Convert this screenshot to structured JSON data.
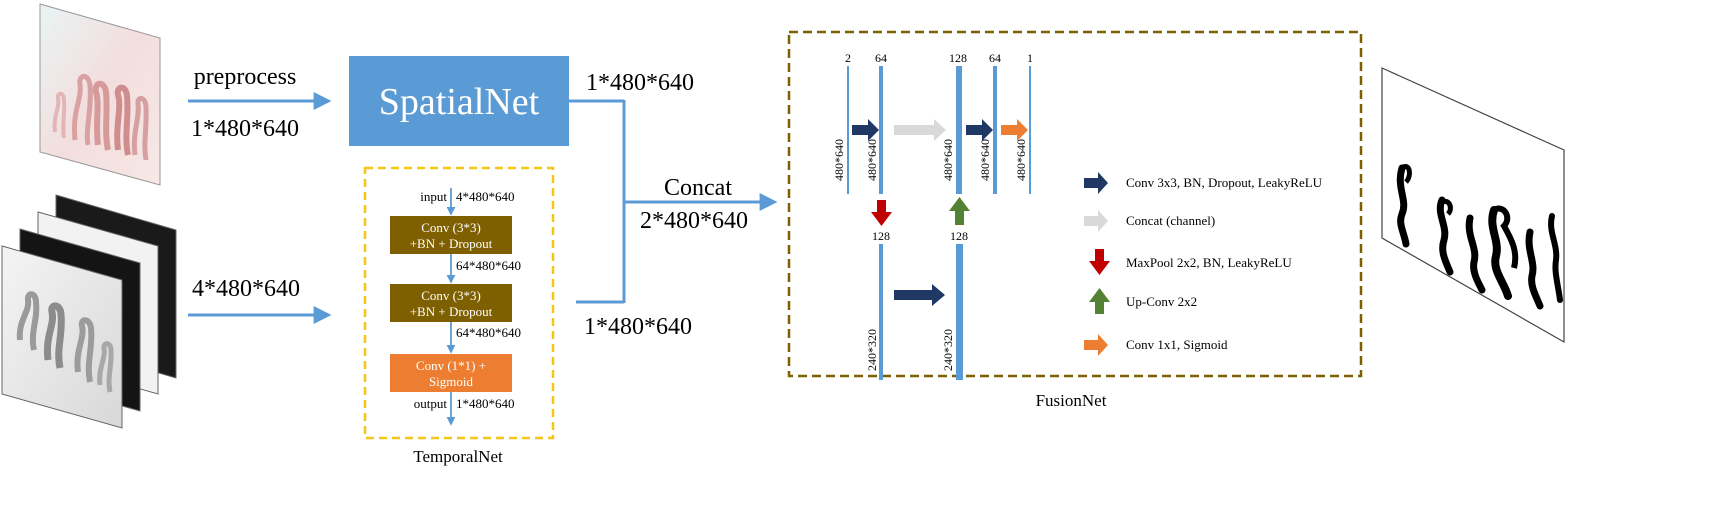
{
  "colors": {
    "flow_arrow": "#5b9bd5",
    "spatialnet_fill": "#5b9bd5",
    "temporal_border": "#f5c518",
    "conv_block": "#7f6000",
    "sigmoid_block": "#ed7d31",
    "fusion_border": "#7f6000",
    "arrow_conv": "#1f3864",
    "arrow_concat": "#d9d9d9",
    "arrow_maxpool": "#c00000",
    "arrow_upconv": "#548235",
    "arrow_sigmoid": "#ed7d31"
  },
  "left_flow": {
    "preprocess_label": "preprocess",
    "rgb_input_dims": "1*480*640",
    "stack_input_dims": "4*480*640"
  },
  "spatialnet": {
    "label": "SpatialNet",
    "output_dims": "1*480*640"
  },
  "temporalnet": {
    "title": "TemporalNet",
    "output_dims": "1*480*640",
    "input_label": "input",
    "input_dims": "4*480*640",
    "block1_line1": "Conv (3*3)",
    "block1_line2": "+BN + Dropout",
    "mid1_dims": "64*480*640",
    "block2_line1": "Conv (3*3)",
    "block2_line2": "+BN + Dropout",
    "mid2_dims": "64*480*640",
    "block3_line1": "Conv (1*1) +",
    "block3_line2": "Sigmoid",
    "output_label": "output",
    "final_dims": "1*480*640"
  },
  "concat": {
    "label": "Concat",
    "dims": "2*480*640"
  },
  "fusionnet": {
    "title": "FusionNet",
    "channels": [
      "2",
      "64",
      "128",
      "64",
      "1",
      "128",
      "128"
    ],
    "top_res": "480*640",
    "bottom_res": "240*320",
    "legend": [
      {
        "icon": "conv-arrow-icon",
        "label": "Conv 3x3, BN, Dropout, LeakyReLU"
      },
      {
        "icon": "concat-arrow-icon",
        "label": "Concat (channel)"
      },
      {
        "icon": "maxpool-arrow-icon",
        "label": "MaxPool 2x2, BN, LeakyReLU"
      },
      {
        "icon": "upconv-arrow-icon",
        "label": "Up-Conv 2x2"
      },
      {
        "icon": "sigmoid-arrow-icon",
        "label": "Conv 1x1, Sigmoid"
      }
    ]
  }
}
